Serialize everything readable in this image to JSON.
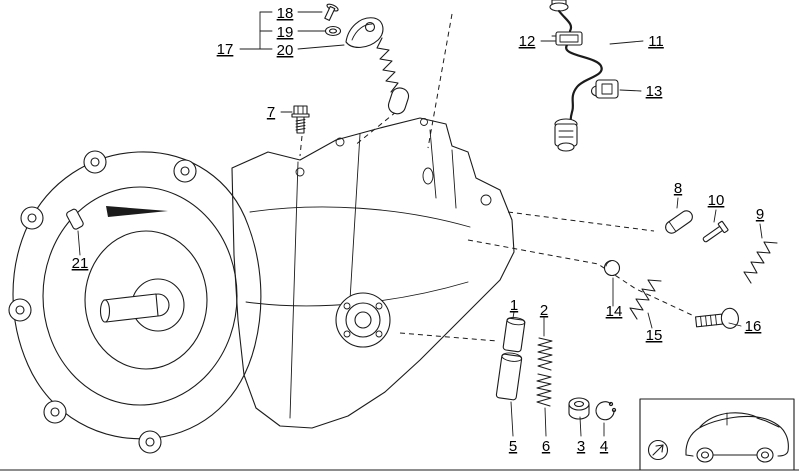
{
  "diagram": {
    "background": "#ffffff",
    "line_color": "#1b1b1b",
    "callouts": [
      {
        "num": "1",
        "icon": "part-1-dowel-sleeve-icon"
      },
      {
        "num": "2",
        "icon": "part-2-spring-icon"
      },
      {
        "num": "3",
        "icon": "part-3-bush-icon"
      },
      {
        "num": "4",
        "icon": "part-4-snap-ring-icon"
      },
      {
        "num": "5",
        "icon": "part-5-dowel-sleeve-icon"
      },
      {
        "num": "6",
        "icon": "part-6-spring-icon"
      },
      {
        "num": "7",
        "icon": "part-7-bolt-icon"
      },
      {
        "num": "8",
        "icon": "part-8-pin-icon"
      },
      {
        "num": "9",
        "icon": "part-9-spring-icon"
      },
      {
        "num": "10",
        "icon": "part-10-pin-icon"
      },
      {
        "num": "11",
        "icon": "part-11-cable-sensor-icon"
      },
      {
        "num": "12",
        "icon": "part-12-connector-icon"
      },
      {
        "num": "13",
        "icon": "part-13-clip-icon"
      },
      {
        "num": "14",
        "icon": "part-14-ball-icon"
      },
      {
        "num": "15",
        "icon": "part-15-spring-icon"
      },
      {
        "num": "16",
        "icon": "part-16-bolt-icon"
      },
      {
        "num": "17",
        "icon": "part-17-assembly-bracket"
      },
      {
        "num": "18",
        "icon": "part-18-rivet-icon"
      },
      {
        "num": "19",
        "icon": "part-19-washer-icon"
      },
      {
        "num": "20",
        "icon": "part-20-lever-icon"
      },
      {
        "num": "21",
        "icon": "part-21-pin-icon"
      }
    ],
    "inset": {
      "car_icon": "car-rear-three-quarter-icon",
      "arrow_icon": "direction-arrow-icon"
    }
  }
}
